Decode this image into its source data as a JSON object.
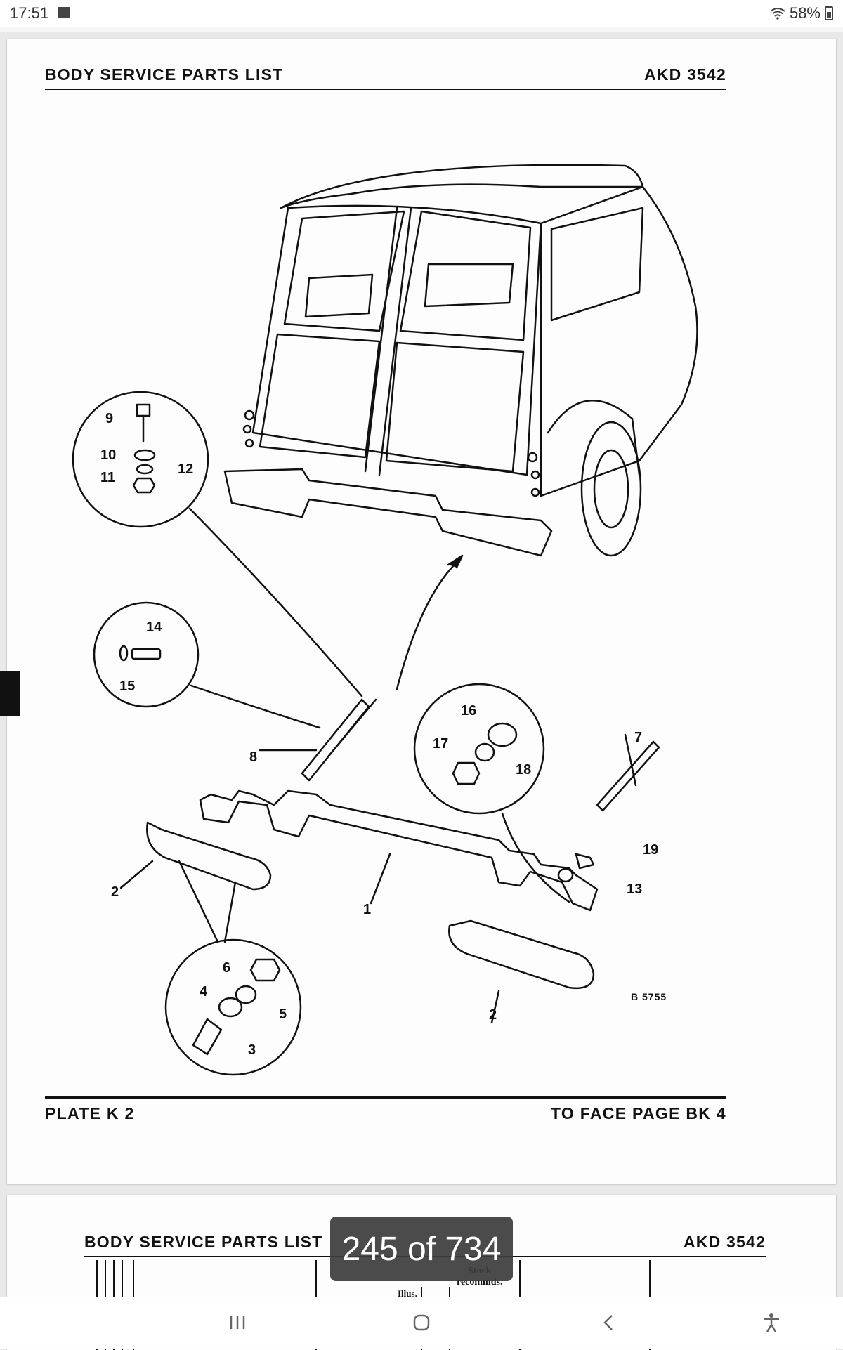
{
  "status_bar": {
    "time": "17:51",
    "battery": "58%",
    "icons": [
      "gallery-icon",
      "wifi-icon",
      "battery-icon"
    ]
  },
  "page": {
    "header_left": "BODY SERVICE PARTS LIST",
    "header_right": "AKD 3542",
    "footer_left": "PLATE K 2",
    "footer_right": "TO FACE PAGE BK 4",
    "figure_ref": "B 5755",
    "callouts": [
      "1",
      "2",
      "2",
      "3",
      "4",
      "5",
      "6",
      "7",
      "8",
      "9",
      "10",
      "11",
      "12",
      "13",
      "14",
      "15",
      "16",
      "17",
      "18",
      "19"
    ]
  },
  "next_page": {
    "header_left": "BODY SERVICE PARTS LIST",
    "header_right": "AKD 3542",
    "col_stock": "Stock\nrecommds.",
    "col_illus": "Illus."
  },
  "viewer": {
    "page_counter": "245 of 734"
  },
  "nav_bar": {
    "buttons": [
      "recent-apps-icon",
      "home-icon",
      "back-icon",
      "accessibility-icon"
    ]
  }
}
